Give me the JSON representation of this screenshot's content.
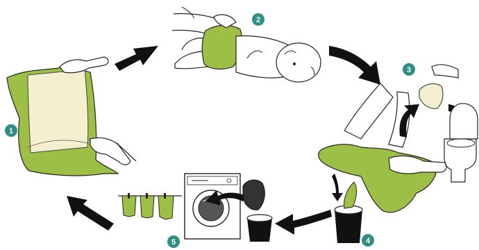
{
  "colors": {
    "badge_teal": "#2f8f82",
    "diaper_green": "#9dbf45",
    "diaper_green_dark": "#6f8f2a",
    "insert_cream": "#f3efcf",
    "arrow_black": "#111111",
    "outline": "#222222"
  },
  "steps": [
    {
      "number": "1",
      "icon": "open-cloth-diaper-with-insert"
    },
    {
      "number": "2",
      "icon": "baby-lying-diaper-being-fastened"
    },
    {
      "number": "3",
      "icon": "soiled-liner-dropped-into-toilet"
    },
    {
      "number": "4",
      "icon": "used-diaper-placed-in-bucket"
    },
    {
      "number": "5",
      "icon": "washing-machine-and-clothesline"
    }
  ]
}
